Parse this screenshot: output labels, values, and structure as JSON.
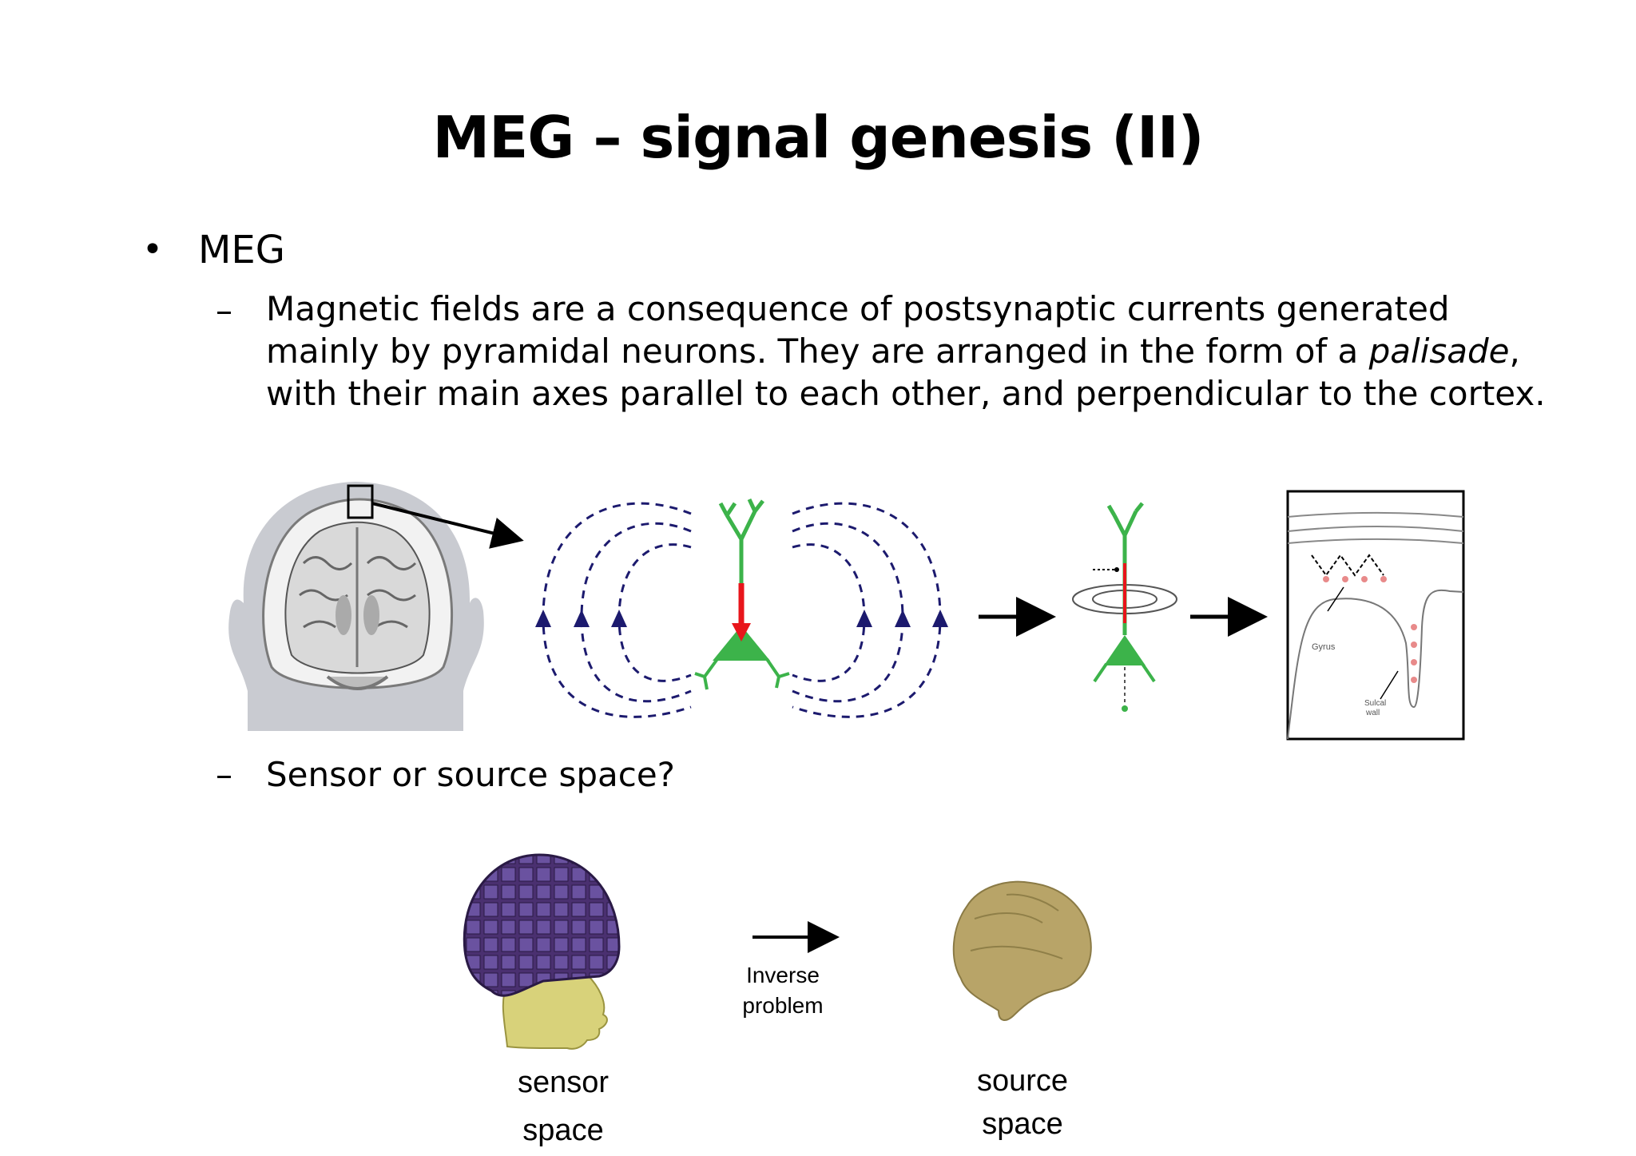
{
  "slide": {
    "title": "MEG – signal genesis (II)",
    "bullet": "MEG",
    "sub1": {
      "line1": "Magnetic fields are a consequence of postsynaptic currents generated",
      "line2a": "mainly by pyramidal neurons. They are arranged in the form of a ",
      "line2b": "palisade",
      "line2c": ",",
      "line3": "with their main axes parallel to each other, and perpendicular to the cortex."
    },
    "sub2": "Sensor or source space?",
    "dash_symbol": "–",
    "bullet_symbol": "•"
  },
  "figure_top": {
    "gyrus_label": "Gyrus",
    "sulcal_label_1": "Sulcal",
    "sulcal_label_2": "wall"
  },
  "figure_bottom": {
    "arrow_label_1": "Inverse",
    "arrow_label_2": "problem",
    "sensor_label_1": "sensor",
    "sensor_label_2": "space",
    "source_label_1": "source",
    "source_label_2": "space"
  },
  "colors": {
    "neuron_green": "#3cb34a",
    "current_red": "#e8151b",
    "field_navy": "#1c1a6e",
    "helmet_purple": "#4a3070",
    "face_yellow": "#d8d27a",
    "brain_tan": "#b8a468"
  }
}
